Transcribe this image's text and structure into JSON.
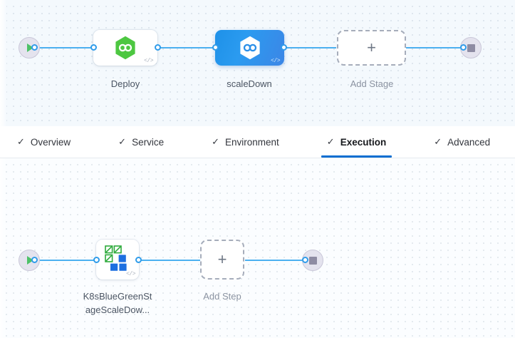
{
  "app": {
    "name": "pipeline-studio",
    "accent_blue": "#0a6ed1",
    "edge_blue": "#4cb0f0",
    "stage_blue": "#2b9bf0",
    "stage_green": "#4dc168",
    "dashed_gray": "#a6adbb"
  },
  "stage_canvas": {
    "start_node": {
      "icon": "play-icon",
      "label": ""
    },
    "end_node": {
      "icon": "stop-icon",
      "label": ""
    },
    "stages": [
      {
        "id": "deploy",
        "label": "Deploy",
        "icon": "kubernetes-hexagon-green-icon",
        "selected": false,
        "badge": "</>"
      },
      {
        "id": "scaledown",
        "label": "scaleDown",
        "icon": "kubernetes-hexagon-white-icon",
        "selected": true,
        "badge": "</>"
      }
    ],
    "add_stage": {
      "label": "Add Stage",
      "icon": "plus-icon"
    }
  },
  "tabs": {
    "items": [
      {
        "id": "overview",
        "label": "Overview",
        "check": "✓",
        "active": false
      },
      {
        "id": "service",
        "label": "Service",
        "check": "✓",
        "active": false
      },
      {
        "id": "environment",
        "label": "Environment",
        "check": "✓",
        "active": false
      },
      {
        "id": "execution",
        "label": "Execution",
        "check": "✓",
        "active": true
      },
      {
        "id": "advanced",
        "label": "Advanced",
        "check": "✓",
        "active": false
      }
    ]
  },
  "step_canvas": {
    "start_node": {
      "icon": "play-icon"
    },
    "end_node": {
      "icon": "stop-icon"
    },
    "steps": [
      {
        "id": "k8s-bluegreen-scaledown",
        "label_line1": "K8sBlueGreenSt",
        "label_line2": "ageScaleDow...",
        "icon": "k8s-blue-green-squares-icon",
        "badge": "</>"
      }
    ],
    "add_step": {
      "label": "Add Step",
      "icon": "plus-icon"
    }
  }
}
